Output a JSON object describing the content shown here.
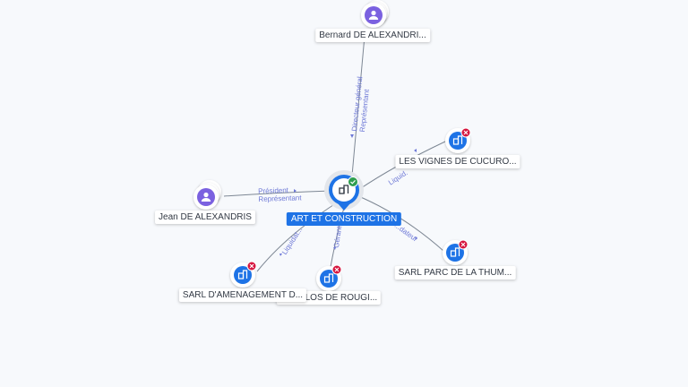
{
  "colors": {
    "company": "#1e73e6",
    "person": "#7b61e0",
    "closed_badge": "#d6163f",
    "active_badge": "#2e9e4f",
    "edge": "#7d8794",
    "edge_label": "#6d78d6"
  },
  "nodes": {
    "main": {
      "label": "ART ET CONSTRUCTION",
      "icon": "building-icon",
      "status": "active"
    },
    "bernard": {
      "label": "Bernard DE ALEXANDRI...",
      "icon": "person-icon"
    },
    "jean": {
      "label": "Jean DE ALEXANDRIS",
      "icon": "person-icon"
    },
    "vignes": {
      "label": "LES VIGNES DE CUCURO...",
      "icon": "building-icon",
      "status": "closed"
    },
    "parc": {
      "label": "SARL PARC DE LA THUM...",
      "icon": "building-icon",
      "status": "closed"
    },
    "clos": {
      "label": "... E CLOS DE ROUGI...",
      "icon": "building-icon",
      "status": "closed"
    },
    "amenagement": {
      "label": "SARL D'AMENAGEMENT D...",
      "icon": "building-icon",
      "status": "closed"
    }
  },
  "edges": {
    "bernard": [
      "Directeur général",
      "Représentant"
    ],
    "jean": [
      "Président",
      "Représentant"
    ],
    "vignes": [
      "Liquid."
    ],
    "parc": [
      "...dateur"
    ],
    "clos": [
      "Gérant"
    ],
    "amenagement": [
      "Liquidat..."
    ]
  }
}
